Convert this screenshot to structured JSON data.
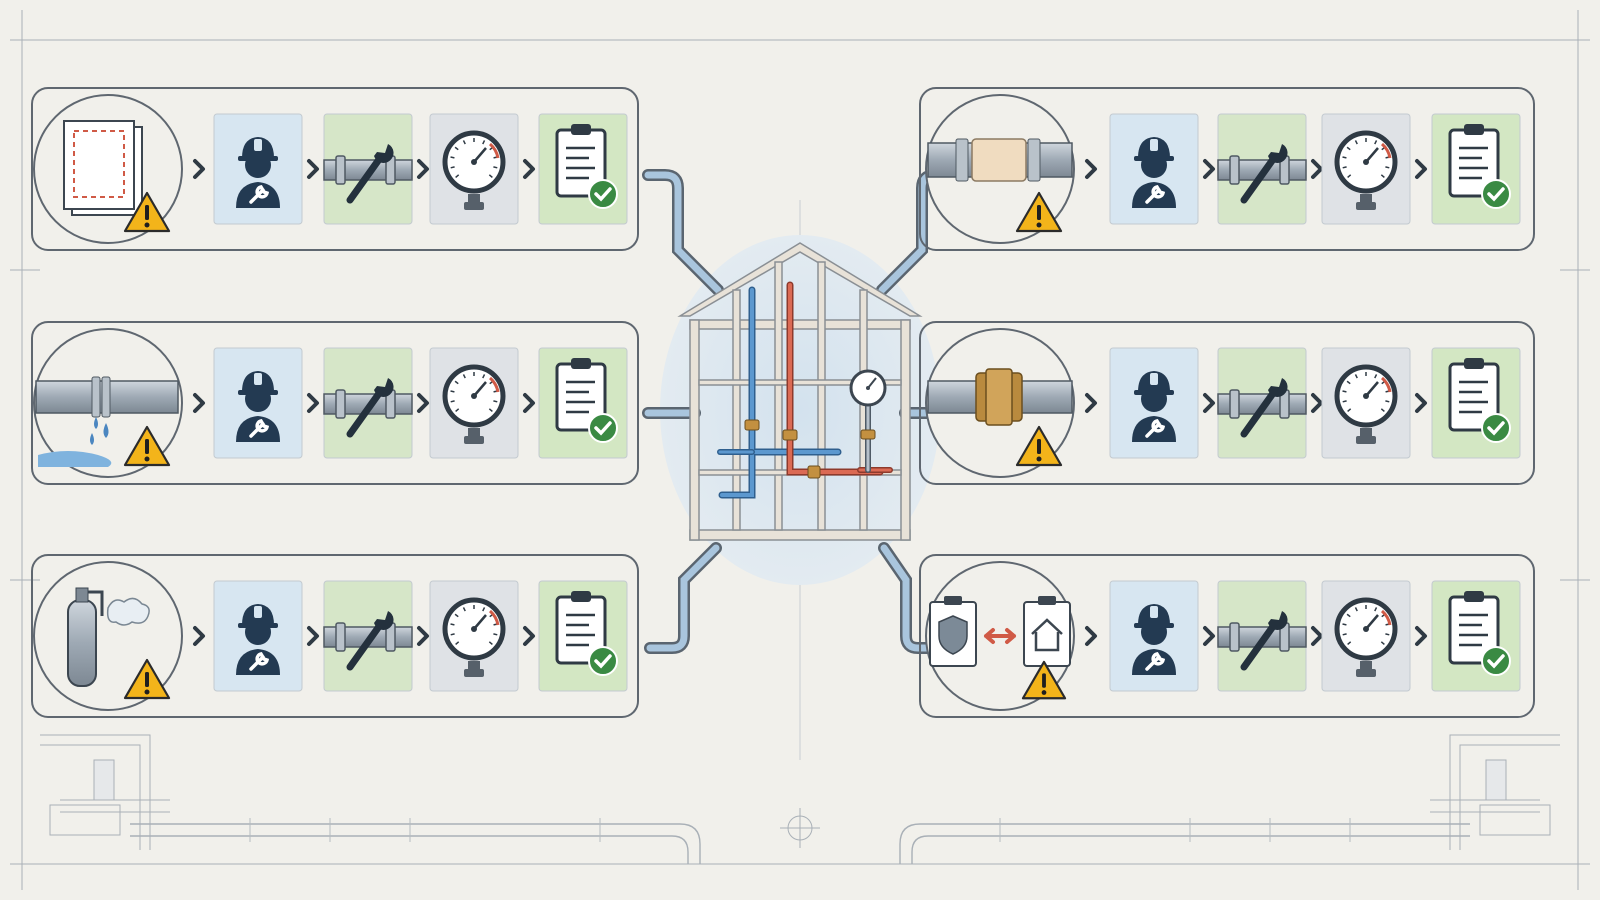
{
  "colors": {
    "background": "#f1f0eb",
    "outline": "#3c4650",
    "row_border": "#5f6770",
    "blueprint_line": "#9aa2aa",
    "pipe_fill": "#aeb8c2",
    "pipe_stroke": "#56606a",
    "worker_tile": "#d7e6f1",
    "repair_tile": "#d6e6c8",
    "gauge_tile": "#dfe2e6",
    "report_tile": "#d3e7c3",
    "icon_navy": "#233a52",
    "warning_yellow": "#f3b41a",
    "check_green": "#3a8a43",
    "hot_pipe": "#d05a46",
    "cold_pipe": "#4b86c0",
    "brass": "#b98a3e",
    "house_halo": "#dde8f1"
  },
  "rows": [
    {
      "id": "row-left-1",
      "issue_icon": "permit-document-warning-icon"
    },
    {
      "id": "row-left-2",
      "issue_icon": "leaking-pipe-warning-icon"
    },
    {
      "id": "row-left-3",
      "issue_icon": "gas-cylinder-leak-warning-icon"
    },
    {
      "id": "row-right-1",
      "issue_icon": "pipe-wrap-joint-warning-icon"
    },
    {
      "id": "row-right-2",
      "issue_icon": "brass-fitting-warning-icon"
    },
    {
      "id": "row-right-3",
      "issue_icon": "compliance-vs-home-warning-icon"
    }
  ],
  "process_steps": [
    {
      "icon": "plumber-worker-icon"
    },
    {
      "icon": "pipe-wrench-repair-icon"
    },
    {
      "icon": "pressure-gauge-icon"
    },
    {
      "icon": "checklist-approved-icon"
    }
  ],
  "center": {
    "icon": "framed-house-plumbing-icon"
  }
}
